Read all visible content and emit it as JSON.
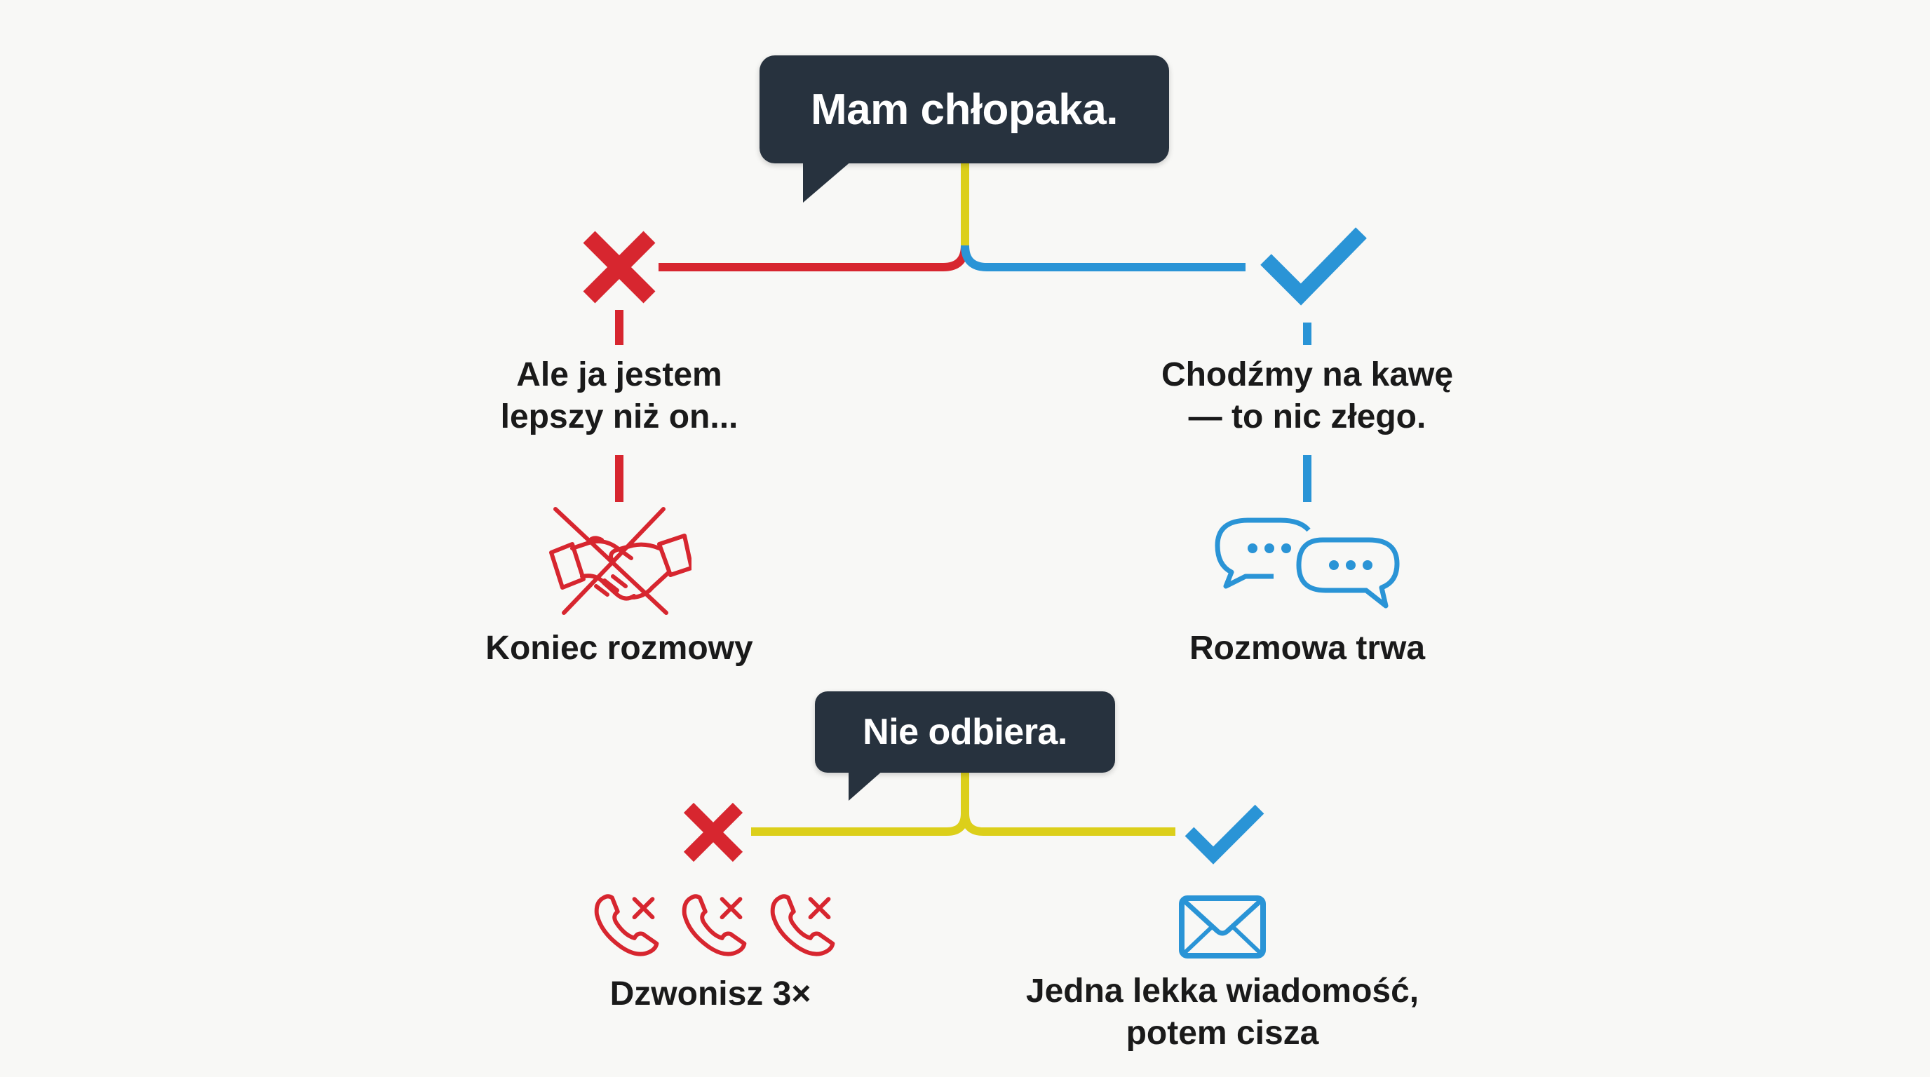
{
  "colors": {
    "background": "#f8f8f6",
    "bubble": "#27323e",
    "red": "#d7262f",
    "blue": "#2a94d6",
    "yellow": "#dccf1a",
    "text": "#1a1a1a"
  },
  "scenario_1": {
    "prompt": "Mam chłopaka.",
    "wrong_branch": {
      "marker_icon": "x-mark-icon",
      "response_line1": "Ale ja jestem",
      "response_line2": "lepszy niż on...",
      "outcome_icon": "crossed-handshake-icon",
      "outcome": "Koniec rozmowy"
    },
    "right_branch": {
      "marker_icon": "check-mark-icon",
      "response_line1": "Chodźmy na kawę",
      "response_line2": "— to nic złego.",
      "outcome_icon": "chat-bubbles-icon",
      "outcome": "Rozmowa trwa"
    }
  },
  "scenario_2": {
    "prompt": "Nie odbiera.",
    "wrong_branch": {
      "marker_icon": "x-mark-icon",
      "outcome_icon": "missed-call-icon",
      "outcome_icon_count": 3,
      "outcome": "Dzwonisz 3×"
    },
    "right_branch": {
      "marker_icon": "check-mark-icon",
      "outcome_icon": "envelope-icon",
      "outcome_line1": "Jedna lekka wiadomość,",
      "outcome_line2": "potem cisza"
    }
  }
}
